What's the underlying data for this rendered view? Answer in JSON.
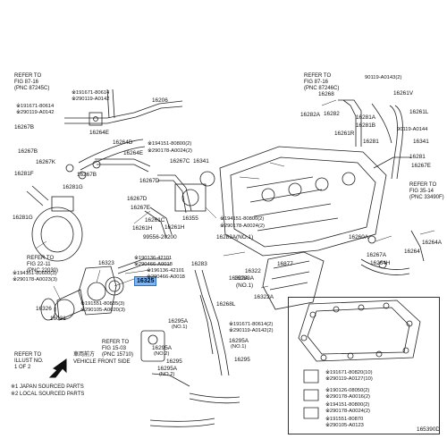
{
  "highlight": {
    "label": "16325"
  },
  "refs": {
    "fig_87_16_left": [
      "REFER TO",
      "FIG 87-16",
      "(PNC 87245C)"
    ],
    "fig_87_16_right": [
      "REFER TO",
      "FIG 87-16",
      "(PNC 87246C)"
    ],
    "fig_22_11": [
      "REFER TO",
      "FIG 22-11",
      "(PNC 22030)"
    ],
    "fig_35_14": [
      "REFER TO",
      "FIG 35-14",
      "(PNC 33490F)"
    ],
    "fig_15_03": [
      "REFER TO",
      "FIG 15-03",
      "(PNC 15710)"
    ],
    "illust": [
      "REFER TO",
      "ILLUST NO.",
      "1 OF 2"
    ]
  },
  "labels": {
    "p91671_80614": "※191671-80614",
    "p90119_a0142a": "※290119-A0142",
    "p91671_80614b": "※191671-80614",
    "p90119_a0142b": "※290119-A0142",
    "p16206": "16206",
    "p16267b": "16267B",
    "p16264e_top": "16264E",
    "p16264d": "16264D",
    "p16264e_mid": "16264E",
    "p94151_80800_a": "※194151-80800(2)",
    "p90178_a0024_a": "※290178-A0024(2)",
    "p16267k": "16267K",
    "p16267c": "16267C",
    "p16341": "16341",
    "p16267b_2": "16267B",
    "p16281f": "16281F",
    "p16281g_top": "16281G",
    "p16267d": "16267D",
    "p16267d_2": "16267D",
    "p16281g": "16281G",
    "p16267e": "16267E",
    "p16261c": "16261C",
    "p16355": "16355",
    "p16261h": "16261H",
    "p16261h_2": "16261H",
    "p94151_80800_b": "※194151-80800(2)",
    "p90178_a0024_b": "※290178-A0024(2)",
    "p99556_20200": "99556-20200",
    "p16283a_a": "16283A(NO.1)",
    "p16283": "16283",
    "p16322": "16322",
    "p16322a": "16322A",
    "p16322b": "16322A",
    "p16877": "16877",
    "p94151_80600": "※194151-80600(3)",
    "p90178_a0023": "※290178-A0023(3)",
    "p16323": "16323",
    "p90136_42101": "※190136-42101",
    "p90466_a0018": "※290466-A0018",
    "p96136_42101": "※196136-42101",
    "p90466_a0018b": "※290466-A0018",
    "p16283a_b": "16283A",
    "p16283a_no1": "(NO.1)",
    "p16326": "16326",
    "p91551_80835": "※191551-80835(3)",
    "p90105_a0020": "※290105-A0020(3)",
    "p16031": "16031",
    "p16268l": "16268L",
    "p16295a_top": "16295A",
    "p16295a_no1": "(NO.1)",
    "p91671_80614c": "※191671-80614(2)",
    "p90119_a0142c": "※290119-A0142(2)",
    "p16295a_mid": "16295A",
    "p16295a_mid_no1": "(NO.1)",
    "p16295a_2": "16295A",
    "p16295a_no2": "(NO.2)",
    "p16295": "16295",
    "p16295_2": "16295",
    "p16295a_3": "16295A",
    "p16295a_no2b": "(NO.2)",
    "p90119_a0143": "90119-A0143(2)",
    "p16268": "16268",
    "p16261v": "16261V",
    "p16282a": "16282A",
    "p16282": "16282",
    "p16281a": "16281A",
    "p16281b": "16281B",
    "p16261r": "16261R",
    "p16261l": "16261L",
    "p90119_a0144": "90119-A0144",
    "p16281": "16281",
    "p16341_2": "16341",
    "p16260a": "16260A",
    "p16267a": "16267A",
    "p16264h": "16264H",
    "p16264": "16264",
    "p16264a": "16264A",
    "p16281_2": "16281",
    "p16267e_2": "16267E",
    "front_jp": "車両前方",
    "front_en": "VEHICLE FRONT SIDE"
  },
  "inset_parts": [
    "※191671-80820(10)",
    "※290119-A0127(10)",
    "※190126-08050(2)",
    "※290178-A0016(2)",
    "※194151-80800(2)",
    "※290178-A0024(2)",
    "※191551-80870",
    "※290105-A0123"
  ],
  "legend": {
    "jp": "※1 JAPAN SOURCED PARTS",
    "local": "※2 LOCAL SOURCED PARTS"
  },
  "drawing_code": "165390D"
}
